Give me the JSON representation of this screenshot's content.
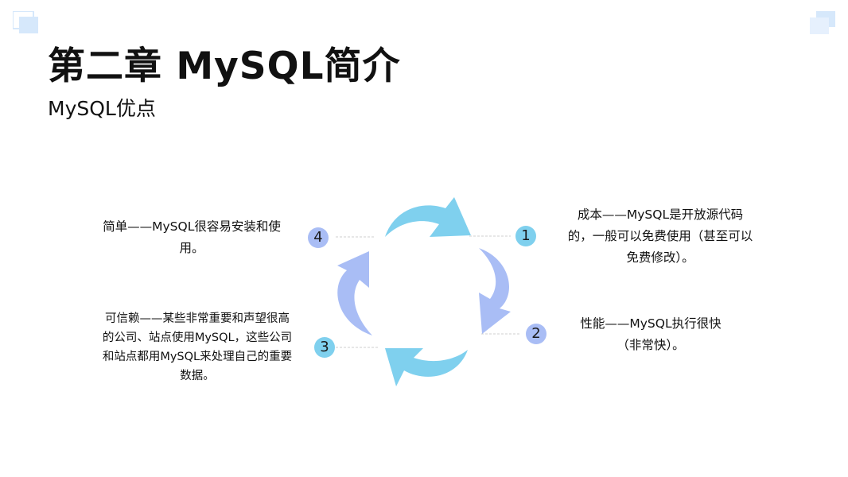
{
  "header": {
    "title": "第二章 MySQL简介",
    "subtitle": "MySQL优点"
  },
  "items": [
    {
      "number": "1",
      "text": "成本——MySQL是开放源代码的，一般可以免费使用（甚至可以免费修改）。",
      "color": "#7fd0ee"
    },
    {
      "number": "2",
      "text": "性能——MySQL执行很快（非常快）。",
      "color": "#a9bdf5"
    },
    {
      "number": "3",
      "text": "可信赖——某些非常重要和声望很高的公司、站点使用MySQL，这些公司和站点都用MySQL来处理自己的重要数据。",
      "color": "#7fd0ee"
    },
    {
      "number": "4",
      "text": "简单——MySQL很容易安装和使用。",
      "color": "#a9bdf5"
    }
  ],
  "colors": {
    "arrow_blue": "#7fd0ee",
    "arrow_purple": "#a9bdf5",
    "connector": "#cfcfcf",
    "corner": "#d6e8fb"
  }
}
